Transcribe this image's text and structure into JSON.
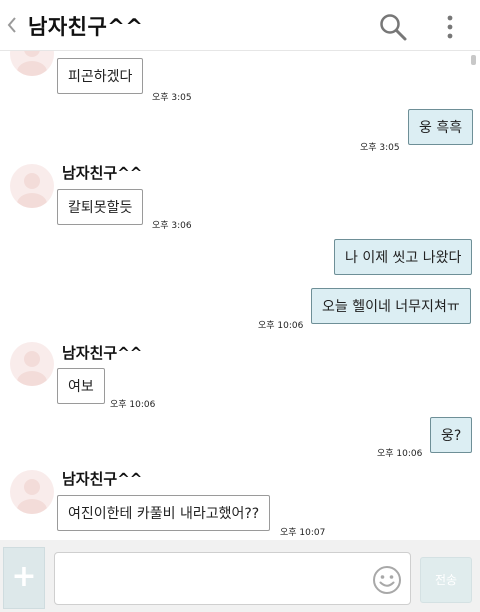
{
  "header": {
    "title": "남자친구^^"
  },
  "messages": [
    {
      "type": "in",
      "sender": "",
      "text": "피곤하겠다",
      "time": "오후 3:05"
    },
    {
      "type": "out",
      "text": "웅 흑흑",
      "time": "오후 3:05"
    },
    {
      "type": "in",
      "sender": "남자친구^^",
      "text": "칼퇴못할듯",
      "time": "오후 3:06"
    },
    {
      "type": "out",
      "text": "나 이제 씻고 나왔다",
      "time": ""
    },
    {
      "type": "out",
      "text": "오늘 헬이네 너무지쳐ㅠ",
      "time": "오후 10:06"
    },
    {
      "type": "in",
      "sender": "남자친구^^",
      "text": "여보",
      "time": "오후 10:06"
    },
    {
      "type": "out",
      "text": "웅?",
      "time": "오후 10:06"
    },
    {
      "type": "in",
      "sender": "남자친구^^",
      "text": "여진이한테 카풀비 내라고했어??",
      "time": "오후 10:07"
    }
  ],
  "composer": {
    "plus_label": "+",
    "input_value": "",
    "send_label": "전송"
  },
  "icons": {
    "back": "chevron-left-icon",
    "search": "search-icon",
    "more": "more-vertical-icon",
    "emoji": "smiley-icon"
  },
  "colors": {
    "outgoing_bubble": "#dceef3",
    "incoming_bubble": "#ffffff",
    "avatar_bg": "#f9eceb"
  }
}
